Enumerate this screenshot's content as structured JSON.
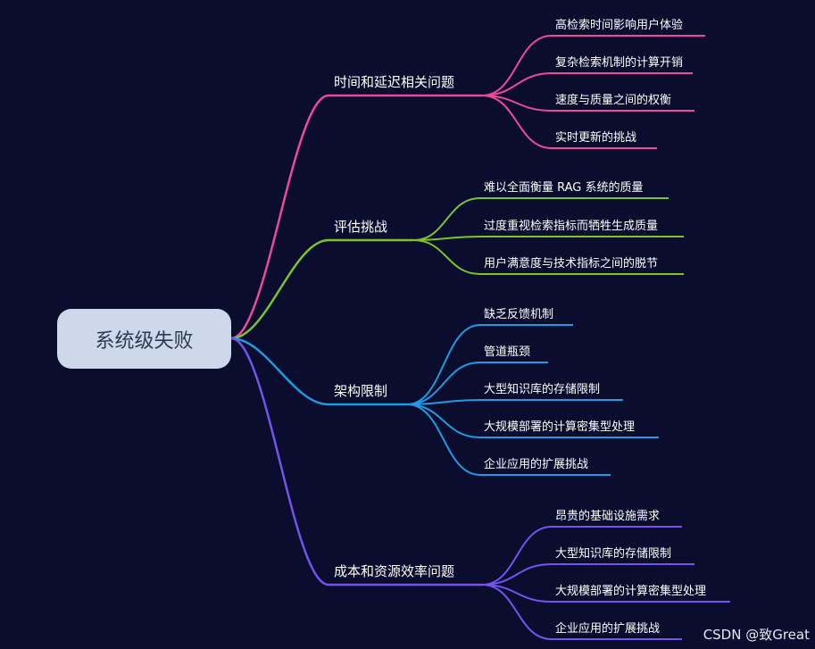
{
  "root": {
    "label": "系统级失败"
  },
  "branches": [
    {
      "label": "时间和延迟相关问题",
      "color": "#ec4b99",
      "children": [
        "高检索时间影响用户体验",
        "复杂检索机制的计算开销",
        "速度与质量之间的权衡",
        "实时更新的挑战"
      ]
    },
    {
      "label": "评估挑战",
      "color": "#7cc42b",
      "children": [
        "难以全面衡量 RAG 系统的质量",
        "过度重视检索指标而牺牲生成质量",
        "用户满意度与技术指标之间的脱节"
      ]
    },
    {
      "label": "架构限制",
      "color": "#1f9be4",
      "children": [
        "缺乏反馈机制",
        "管道瓶颈",
        "大型知识库的存储限制",
        "大规模部署的计算密集型处理",
        "企业应用的扩展挑战"
      ]
    },
    {
      "label": "成本和资源效率问题",
      "color": "#7453ee",
      "children": [
        "昂贵的基础设施需求",
        "大型知识库的存储限制",
        "大规模部署的计算密集型处理",
        "企业应用的扩展挑战"
      ]
    }
  ],
  "watermark": "CSDN @致Great"
}
